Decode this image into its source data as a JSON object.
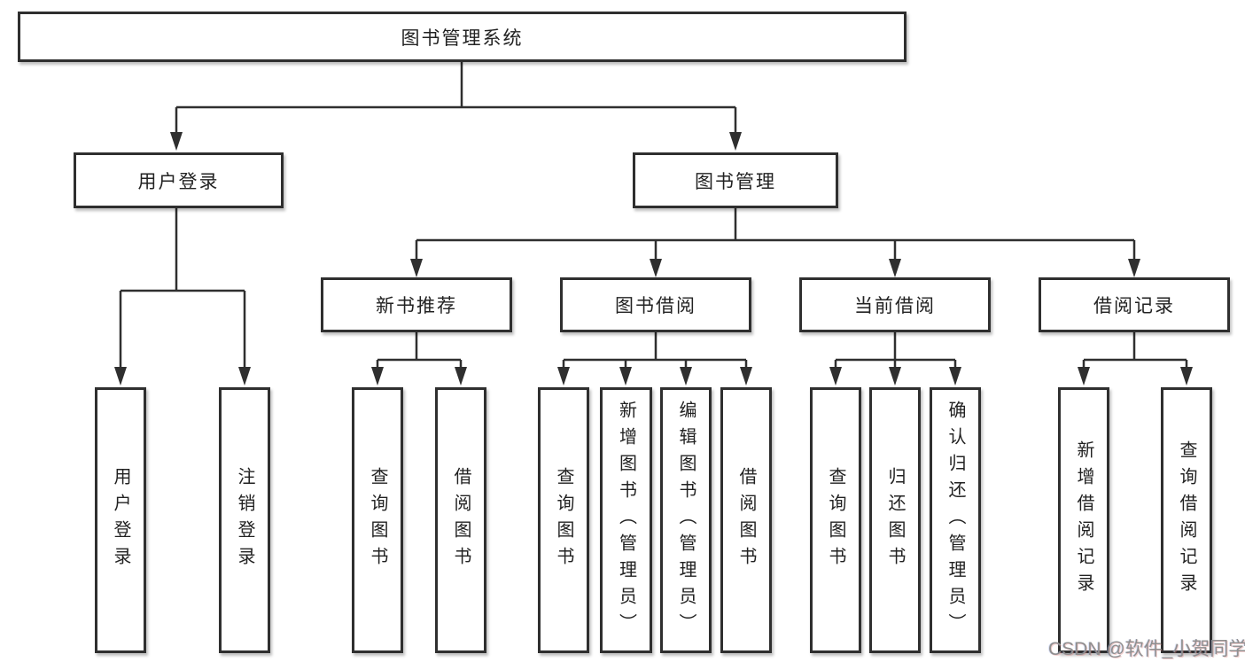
{
  "colors": {
    "line": "#2f2f2f",
    "box_border": "#2f2f2f",
    "box_background": "#ffffff",
    "text": "#222222",
    "watermark_text": "#8f8f8f"
  },
  "watermark": {
    "text": "CSDN @软件_小贺同学"
  },
  "tree": {
    "root": {
      "label": "图书管理系统",
      "children": [
        {
          "label": "用户登录",
          "children": [
            {
              "label": "用户登录"
            },
            {
              "label": "注销登录"
            }
          ]
        },
        {
          "label": "图书管理",
          "children": [
            {
              "label": "新书推荐",
              "children": [
                {
                  "label": "查询图书"
                },
                {
                  "label": "借阅图书"
                }
              ]
            },
            {
              "label": "图书借阅",
              "children": [
                {
                  "label": "查询图书"
                },
                {
                  "label": "新增图书（管理员）"
                },
                {
                  "label": "编辑图书（管理员）"
                },
                {
                  "label": "借阅图书"
                }
              ]
            },
            {
              "label": "当前借阅",
              "children": [
                {
                  "label": "查询图书"
                },
                {
                  "label": "归还图书"
                },
                {
                  "label": "确认归还（管理员）"
                }
              ]
            },
            {
              "label": "借阅记录",
              "children": [
                {
                  "label": "新增借阅记录"
                },
                {
                  "label": "查询借阅记录"
                }
              ]
            }
          ]
        }
      ]
    }
  }
}
